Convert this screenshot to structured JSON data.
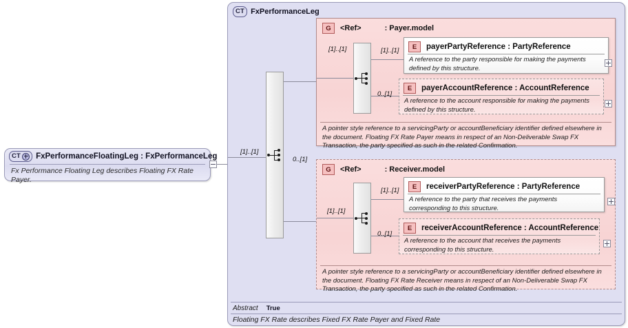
{
  "root_node": {
    "badge": "CT",
    "badge_icon": "plus-circle-icon",
    "title": "FxPerformanceFloatingLeg : FxPerformanceLeg",
    "doc": "Fx Performance Floating Leg describes Floating FX Rate Payer."
  },
  "container": {
    "badge": "CT",
    "title": "FxPerformanceLeg",
    "abstract_label": "Abstract",
    "abstract_value": "True",
    "doc": "Floating FX Rate describes Fixed FX Rate Payer and Fixed Rate"
  },
  "cardinalities": {
    "root_to_seq": "[1]..[1]",
    "seq_to_payer": "[1]..[1]",
    "seq_to_receiver": "0..[1]",
    "payer_seq_in": "[1]..[1]",
    "payer_party": "[1]..[1]",
    "payer_account": "0..[1]",
    "receiver_seq_in": "[1]..[1]",
    "receiver_party": "[1]..[1]",
    "receiver_account": "0..[1]"
  },
  "groups": [
    {
      "badge": "G",
      "ref": "<Ref>",
      "name": ": Payer.model",
      "doc": "A pointer style reference to a servicingParty or accountBeneficiary identifier defined elsewhere in the document. Floating FX Rate Payer means in respect of an Non-Deliverable Swap FX Transaction, the party specified as such in the related Confirmation.",
      "elements": [
        {
          "badge": "E",
          "name": "payerPartyReference : PartyReference",
          "doc": "A reference to the party responsible for making the payments defined by this structure."
        },
        {
          "badge": "E",
          "name": "payerAccountReference : AccountReference",
          "doc": "A reference to the account responsible for making the payments defined by this structure."
        }
      ]
    },
    {
      "badge": "G",
      "ref": "<Ref>",
      "name": ": Receiver.model",
      "doc": "A pointer style reference to a servicingParty or accountBeneficiary identifier defined elsewhere in the document. Floating FX Rate Receiver means in respect of an Non-Deliverable Swap FX Transaction, the party specified as such in the related Confirmation.",
      "elements": [
        {
          "badge": "E",
          "name": "receiverPartyReference : PartyReference",
          "doc": "A reference to the party that receives the payments corresponding to this structure."
        },
        {
          "badge": "E",
          "name": "receiverAccountReference : AccountReference",
          "doc": "A reference to the account that receives the payments corresponding to this structure."
        }
      ]
    }
  ],
  "colors": {
    "container_bg": "#dfdff2",
    "group_bg": "#f8d4d4",
    "node_bg": "#dcdcf0",
    "border": "#9a9ab8",
    "badge_red": "#f6c0c0"
  }
}
